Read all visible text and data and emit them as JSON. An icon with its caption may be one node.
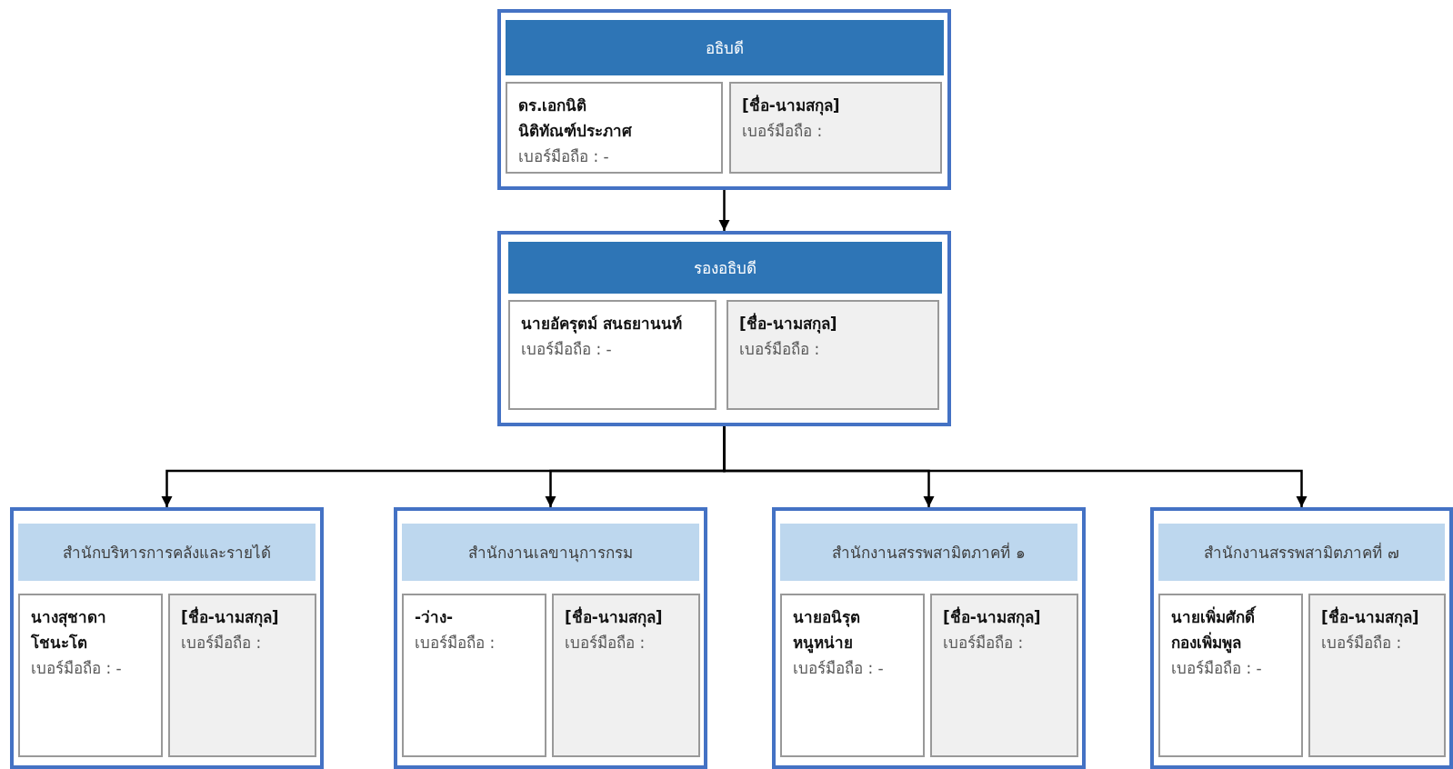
{
  "diagram": {
    "nodes": [
      {
        "text": [],
        "shape": "box"
      },
      {
        "text": [
          "อธิบดี"
        ],
        "in": 0
      },
      {
        "text": [
          "ดร.เอกนิติ นิติทัณฑ์ประภาศ",
          "เบอร์มือถือ : -"
        ],
        "in": 0
      },
      {
        "text": [
          "[ชื่อ-นามสกุล]",
          "เบอร์มือถือ :"
        ],
        "in": 0
      },
      {
        "text": [],
        "shape": "box"
      },
      {
        "text": [
          "รองอธิบดี"
        ],
        "in": 4
      },
      {
        "text": [
          "นายอัครุตม์ สนธยานนท์",
          "เบอร์มือถือ : -"
        ],
        "in": 4
      },
      {
        "text": [
          "[ชื่อ-นามสกุล]",
          "เบอร์มือถือ :"
        ],
        "in": 4
      },
      {
        "text": [],
        "shape": "box"
      },
      {
        "text": [
          "สำนักบริหารการคลังและรายได้"
        ],
        "in": 8
      },
      {
        "text": [
          "นางสุชาดา โชนะโต",
          "เบอร์มือถือ : -"
        ],
        "in": 8
      },
      {
        "text": [
          "[ชื่อ-นามสกุล]",
          "เบอร์มือถือ :"
        ],
        "in": 8
      },
      {
        "text": [],
        "shape": "box"
      },
      {
        "text": [
          "สำนักงานเลขานุการกรม"
        ],
        "in": 12
      },
      {
        "text": [
          "-ว่าง-",
          "เบอร์มือถือ :"
        ],
        "in": 12
      },
      {
        "text": [
          "[ชื่อ-นามสกุล]",
          "เบอร์มือถือ :"
        ],
        "in": 12
      },
      {
        "text": [],
        "shape": "box"
      },
      {
        "text": [
          "สำนักงานสรรพสามิตภาคที่ ๑"
        ],
        "in": 16
      },
      {
        "text": [
          "นายอนิรุต หนูหน่าย",
          "เบอร์มือถือ : -"
        ],
        "in": 16
      },
      {
        "text": [
          "[ชื่อ-นามสกุล]",
          "เบอร์มือถือ :"
        ],
        "in": 16
      },
      {
        "text": [],
        "shape": "box"
      },
      {
        "text": [
          "สำนักงานสรรพสามิตภาคที่ ๗"
        ],
        "in": 20
      },
      {
        "text": [
          "นายเพิ่มศักดิ์ กองเพิ่มพูล",
          "เบอร์มือถือ : -"
        ],
        "in": 20
      },
      {
        "text": [
          "[ชื่อ-นามสกุล]",
          "เบอร์มือถือ :"
        ],
        "in": 20
      }
    ],
    "edges": [
      {
        "from": 0,
        "to": 4,
        "arrow": "to"
      },
      {
        "from": 4,
        "to": 8,
        "arrow": "to"
      },
      {
        "from": 4,
        "to": 12,
        "arrow": "to"
      },
      {
        "from": 4,
        "to": 16,
        "arrow": "to"
      },
      {
        "from": 4,
        "to": 20,
        "arrow": "to"
      }
    ]
  }
}
